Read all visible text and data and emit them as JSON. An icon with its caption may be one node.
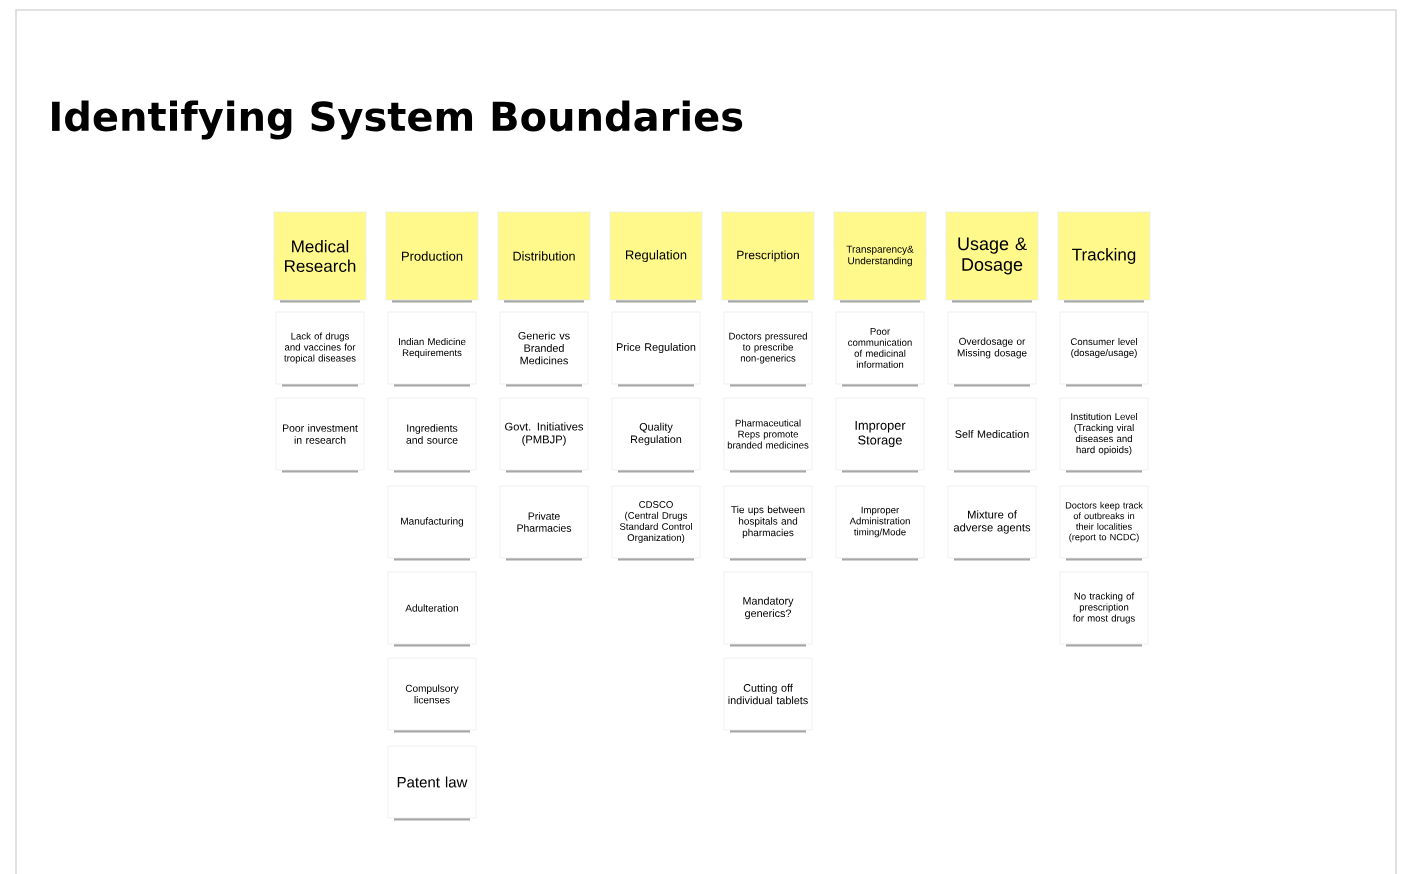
{
  "diagram": {
    "title": "Identifying System Boundaries",
    "nodes": [
      {
        "text": [
          "Medical Research"
        ]
      },
      {
        "text": [
          "Lack of drugs and vaccines for tropical diseases"
        ]
      },
      {
        "text": [
          "Poor investment in research"
        ]
      },
      {
        "text": [
          "Production"
        ]
      },
      {
        "text": [
          "Indian Medicine Requirements"
        ]
      },
      {
        "text": [
          "Ingredients and source"
        ]
      },
      {
        "text": [
          "Manufacturing"
        ]
      },
      {
        "text": [
          "Adulteration"
        ]
      },
      {
        "text": [
          "Compulsory licenses"
        ]
      },
      {
        "text": [
          "Patent law"
        ]
      },
      {
        "text": [
          "Distribution"
        ]
      },
      {
        "text": [
          "Generic vs Branded Medicines"
        ]
      },
      {
        "text": [
          "Govt. Initiatives (PMBJP)"
        ]
      },
      {
        "text": [
          "Private Pharmacies"
        ]
      },
      {
        "text": [
          "Regulation"
        ]
      },
      {
        "text": [
          "Price Regulation"
        ]
      },
      {
        "text": [
          "Quality Regulation"
        ]
      },
      {
        "text": [
          "CDSCO (Central Drugs Standard Control Organization)"
        ]
      },
      {
        "text": [
          "Prescription"
        ]
      },
      {
        "text": [
          "Doctors pressured to prescribe non-generics"
        ]
      },
      {
        "text": [
          "Pharmaceutical Reps promote branded medicines"
        ]
      },
      {
        "text": [
          "Tie ups between hospitals and pharmacies"
        ]
      },
      {
        "text": [
          "Mandatory generics?"
        ]
      },
      {
        "text": [
          "Cutting off individual tablets"
        ]
      },
      {
        "text": [
          "Transparency& Understanding"
        ]
      },
      {
        "text": [
          "Poor communication of medicinal information"
        ]
      },
      {
        "text": [
          "Improper Storage"
        ]
      },
      {
        "text": [
          "Improper Administration timing/Mode"
        ]
      },
      {
        "text": [
          "Usage & Dosage"
        ]
      },
      {
        "text": [
          "Overdosage or Missing dosage"
        ]
      },
      {
        "text": [
          "Self Medication"
        ]
      },
      {
        "text": [
          "Mixture of adverse agents"
        ]
      },
      {
        "text": [
          "Tracking"
        ]
      },
      {
        "text": [
          "Consumer level (dosage/usage)"
        ]
      },
      {
        "text": [
          "Institution Level (Tracking viral diseases and hard opioids)"
        ]
      },
      {
        "text": [
          "Doctors keep track of outbreaks in their localities (report to NCDC)"
        ]
      },
      {
        "text": [
          "No tracking of prescription for most drugs"
        ]
      }
    ]
  }
}
